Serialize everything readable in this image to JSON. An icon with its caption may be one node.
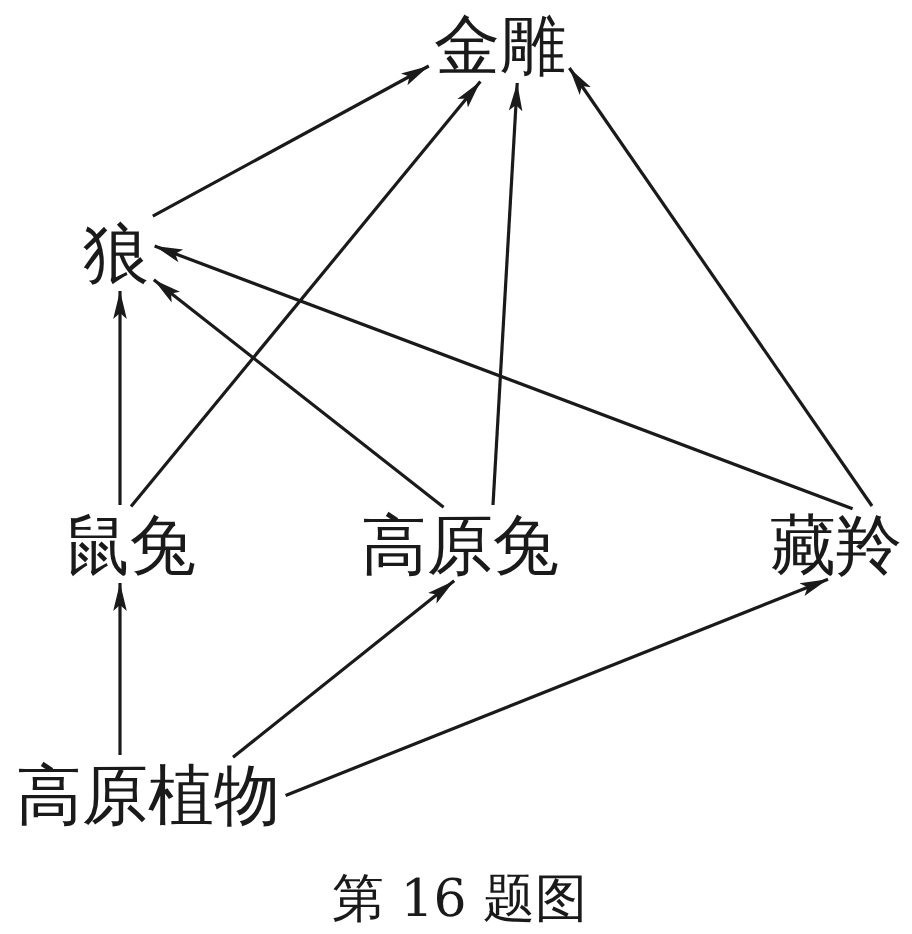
{
  "diagram": {
    "caption": "第 16 题图",
    "nodes": [
      {
        "text": [
          "金雕"
        ]
      },
      {
        "text": [
          "狼"
        ]
      },
      {
        "text": [
          "鼠兔"
        ]
      },
      {
        "text": [
          "高原兔"
        ]
      },
      {
        "text": [
          "藏羚"
        ]
      },
      {
        "text": [
          "高原植物"
        ]
      }
    ],
    "edges": [
      {
        "from": 1,
        "to": 0,
        "arrow": "to"
      },
      {
        "from": 2,
        "to": 0,
        "arrow": "to"
      },
      {
        "from": 3,
        "to": 0,
        "arrow": "to"
      },
      {
        "from": 4,
        "to": 0,
        "arrow": "to"
      },
      {
        "from": 2,
        "to": 1,
        "arrow": "to"
      },
      {
        "from": 3,
        "to": 1,
        "arrow": "to"
      },
      {
        "from": 4,
        "to": 1,
        "arrow": "to"
      },
      {
        "from": 5,
        "to": 2,
        "arrow": "to"
      },
      {
        "from": 5,
        "to": 3,
        "arrow": "to"
      },
      {
        "from": 5,
        "to": 4,
        "arrow": "to"
      }
    ]
  }
}
